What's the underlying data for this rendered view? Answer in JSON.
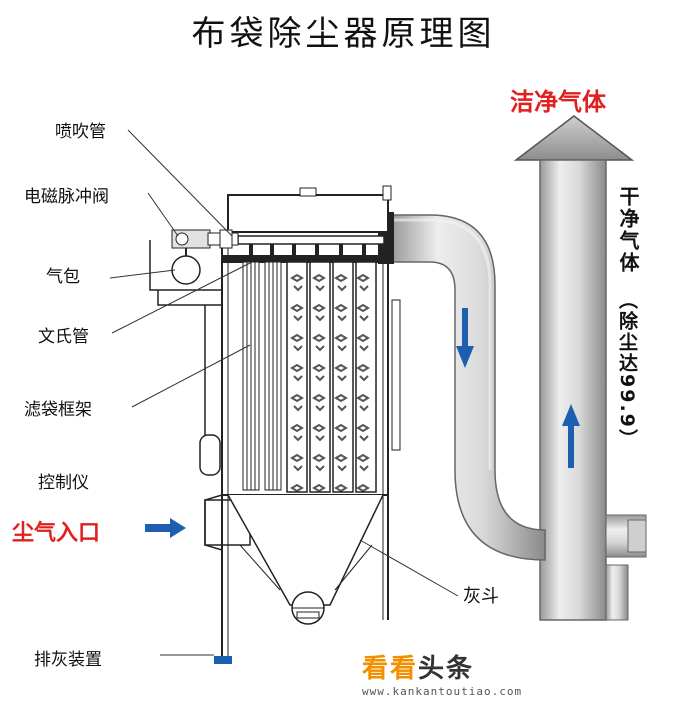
{
  "title": "布袋除尘器原理图",
  "labels": {
    "blow_pipe": "喷吹管",
    "solenoid_valve": "电磁脉冲阀",
    "air_bag": "气包",
    "venturi": "文氏管",
    "bag_frame": "滤袋框架",
    "controller": "控制仪",
    "dust_inlet": "尘气入口",
    "clean_gas": "洁净气体",
    "dry_clean_gas": "干净气体",
    "efficiency_note": "（除尘达99.9）",
    "ash_hopper": "灰斗",
    "ash_discharge": "排灰装置"
  },
  "watermark": {
    "brand_a": "看看",
    "brand_b": "头条",
    "url": "www.kankantoutiao.com"
  },
  "colors": {
    "arrow_blue": "#1c5fb0",
    "inlet_red": "#e0201f",
    "watermark_orange": "#f29000"
  }
}
